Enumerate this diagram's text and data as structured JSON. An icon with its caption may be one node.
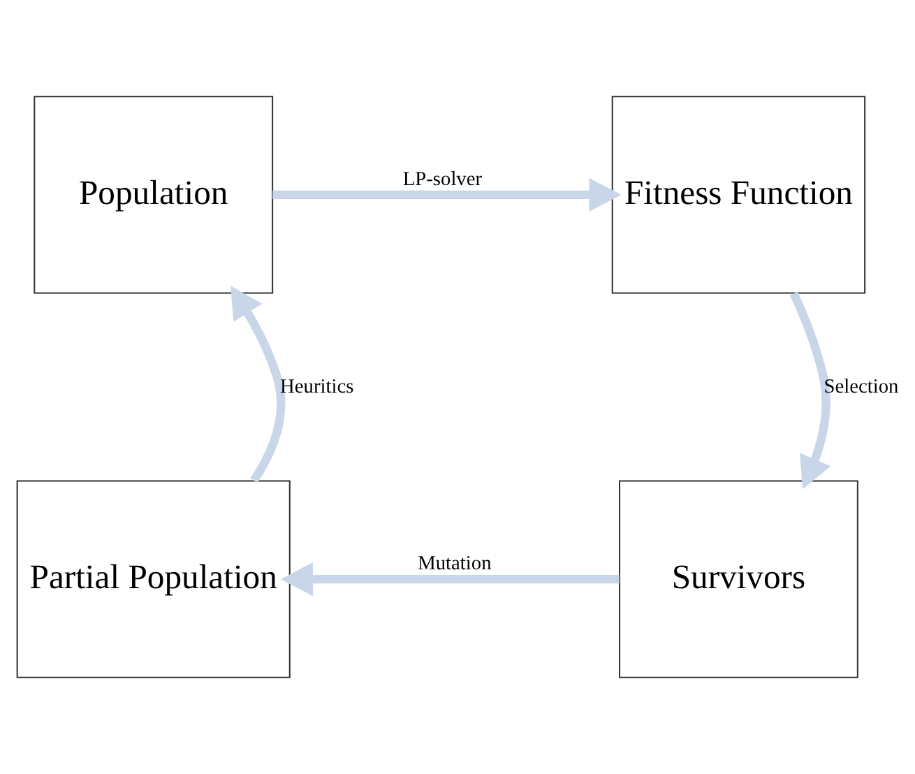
{
  "diagram": {
    "nodes": [
      {
        "text": [
          "Population"
        ]
      },
      {
        "text": [
          "Fitness Function"
        ]
      },
      {
        "text": [
          "Survivors"
        ]
      },
      {
        "text": [
          "Partial Population"
        ]
      }
    ],
    "edges": [
      {
        "from": 0,
        "to": 1,
        "arrow": "to",
        "label": "LP-solver"
      },
      {
        "from": 1,
        "to": 2,
        "arrow": "to",
        "label": "Selection"
      },
      {
        "from": 2,
        "to": 3,
        "arrow": "to",
        "label": "Mutation"
      },
      {
        "from": 3,
        "to": 0,
        "arrow": "to",
        "label": "Heuritics"
      }
    ]
  }
}
